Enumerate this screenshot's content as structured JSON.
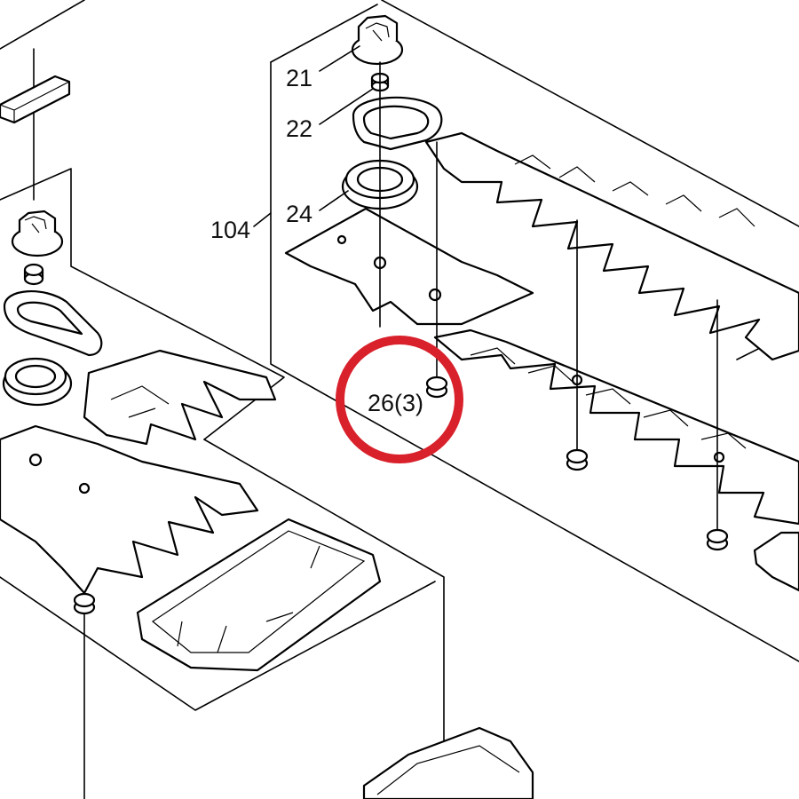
{
  "diagram": {
    "callouts": [
      {
        "id": "21",
        "label": "21"
      },
      {
        "id": "22",
        "label": "22"
      },
      {
        "id": "24",
        "label": "24"
      },
      {
        "id": "104",
        "label": "104"
      },
      {
        "id": "26",
        "label": "26(3)"
      }
    ],
    "highlight": {
      "target": "26",
      "color": "#d9212c"
    }
  }
}
